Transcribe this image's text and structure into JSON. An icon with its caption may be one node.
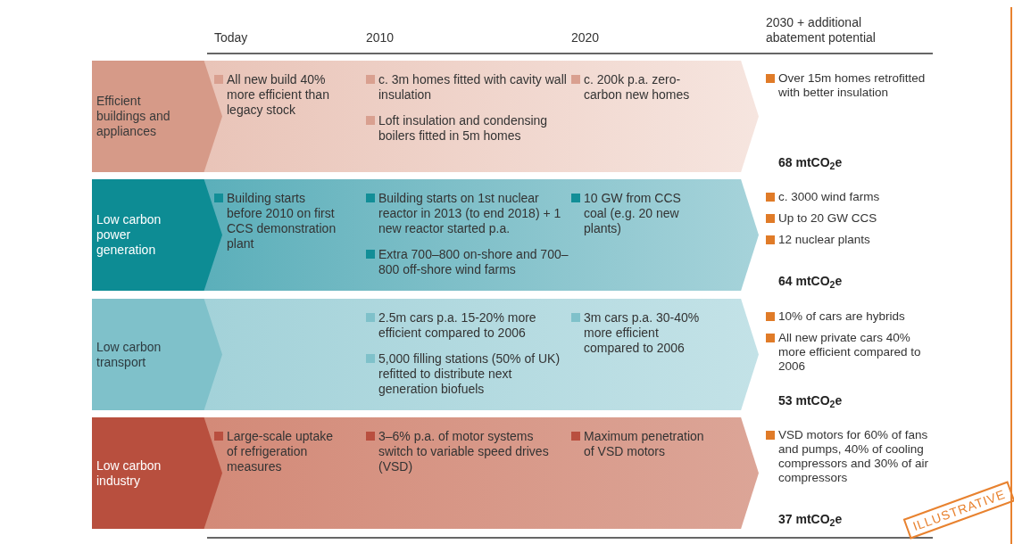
{
  "diagram": {
    "nodes": [
      {
        "text": [
          "Efficient buildings and appliances"
        ]
      },
      {
        "text": [
          "All new build 40% more efficient than legacy stock",
          "c. 3m homes fitted with cavity wall insulation",
          "Loft insulation and condensing boilers fitted in 5m homes",
          "c. 200k p.a. zero-carbon new homes"
        ],
        "beside": [
          "Over 15m homes retrofitted with better insulation",
          "68 mtCO$_{2}$e"
        ]
      },
      {
        "text": [
          "Low carbon power generation"
        ]
      },
      {
        "text": [
          "Building starts before 2010 on first CCS demonstration plant",
          "Building starts on 1st nuclear reactor in 2013 (to end 2018) + 1 new reactor started p.a.",
          "Extra 700–800 on-shore and 700–800 off-shore wind farms",
          "10 GW from CCS coal (e.g. 20 new plants)"
        ],
        "beside": [
          "c. 3000 wind farms",
          "Up to 20 GW CCS",
          "12 nuclear plants",
          "64 mtCO$_{2}$e"
        ]
      },
      {
        "text": [
          "Low carbon transport"
        ]
      },
      {
        "text": [
          "2.5m cars p.a. 15-20% more efficient compared to 2006",
          "5,000 filling stations (50% of UK) refitted to distribute next generation biofuels",
          "3m cars p.a. 30-40% more efficient compared to 2006"
        ],
        "beside": [
          "10% of cars are hybrids",
          "All new private cars 40% more efficient compared to 2006",
          "53 mtCO$_{2}$e"
        ]
      },
      {
        "text": [
          "Low carbon industry"
        ]
      },
      {
        "text": [
          "Large-scale uptake of refrigeration measures",
          "3–6% p.a. of motor systems switch to variable speed drives (VSD)",
          "Maximum penetration of VSD motors"
        ],
        "beside": [
          "VSD motors for 60% of fans and pumps, 40% of cooling compressors and 30% of air compressors",
          "37 mtCO$_{2}$e"
        ]
      }
    ],
    "labels": [
      "Today",
      "2010",
      "2020",
      "2030 + additional abatement potential",
      "ILLUSTRATIVE"
    ]
  }
}
